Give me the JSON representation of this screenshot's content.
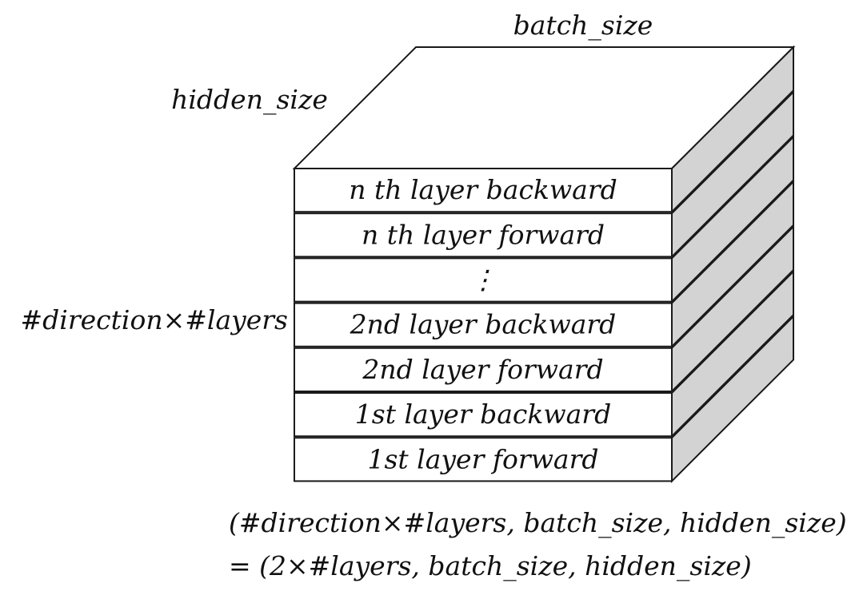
{
  "axes": {
    "batch_size": "batch_size",
    "hidden_size": "hidden_size",
    "depth": "#direction×#layers"
  },
  "layers": [
    "n th layer backward",
    "n th layer forward",
    "⋮",
    "2nd layer backward",
    "2nd layer forward",
    "1st layer backward",
    "1st layer forward"
  ],
  "formula": {
    "line1": "(#direction×#layers, batch_size, hidden_size)",
    "line2": "= (2×#layers, batch_size, hidden_size)"
  },
  "colors": {
    "side_face": "#d3d3d3",
    "front_face": "#ffffff",
    "stroke": "#1a1a1a"
  }
}
